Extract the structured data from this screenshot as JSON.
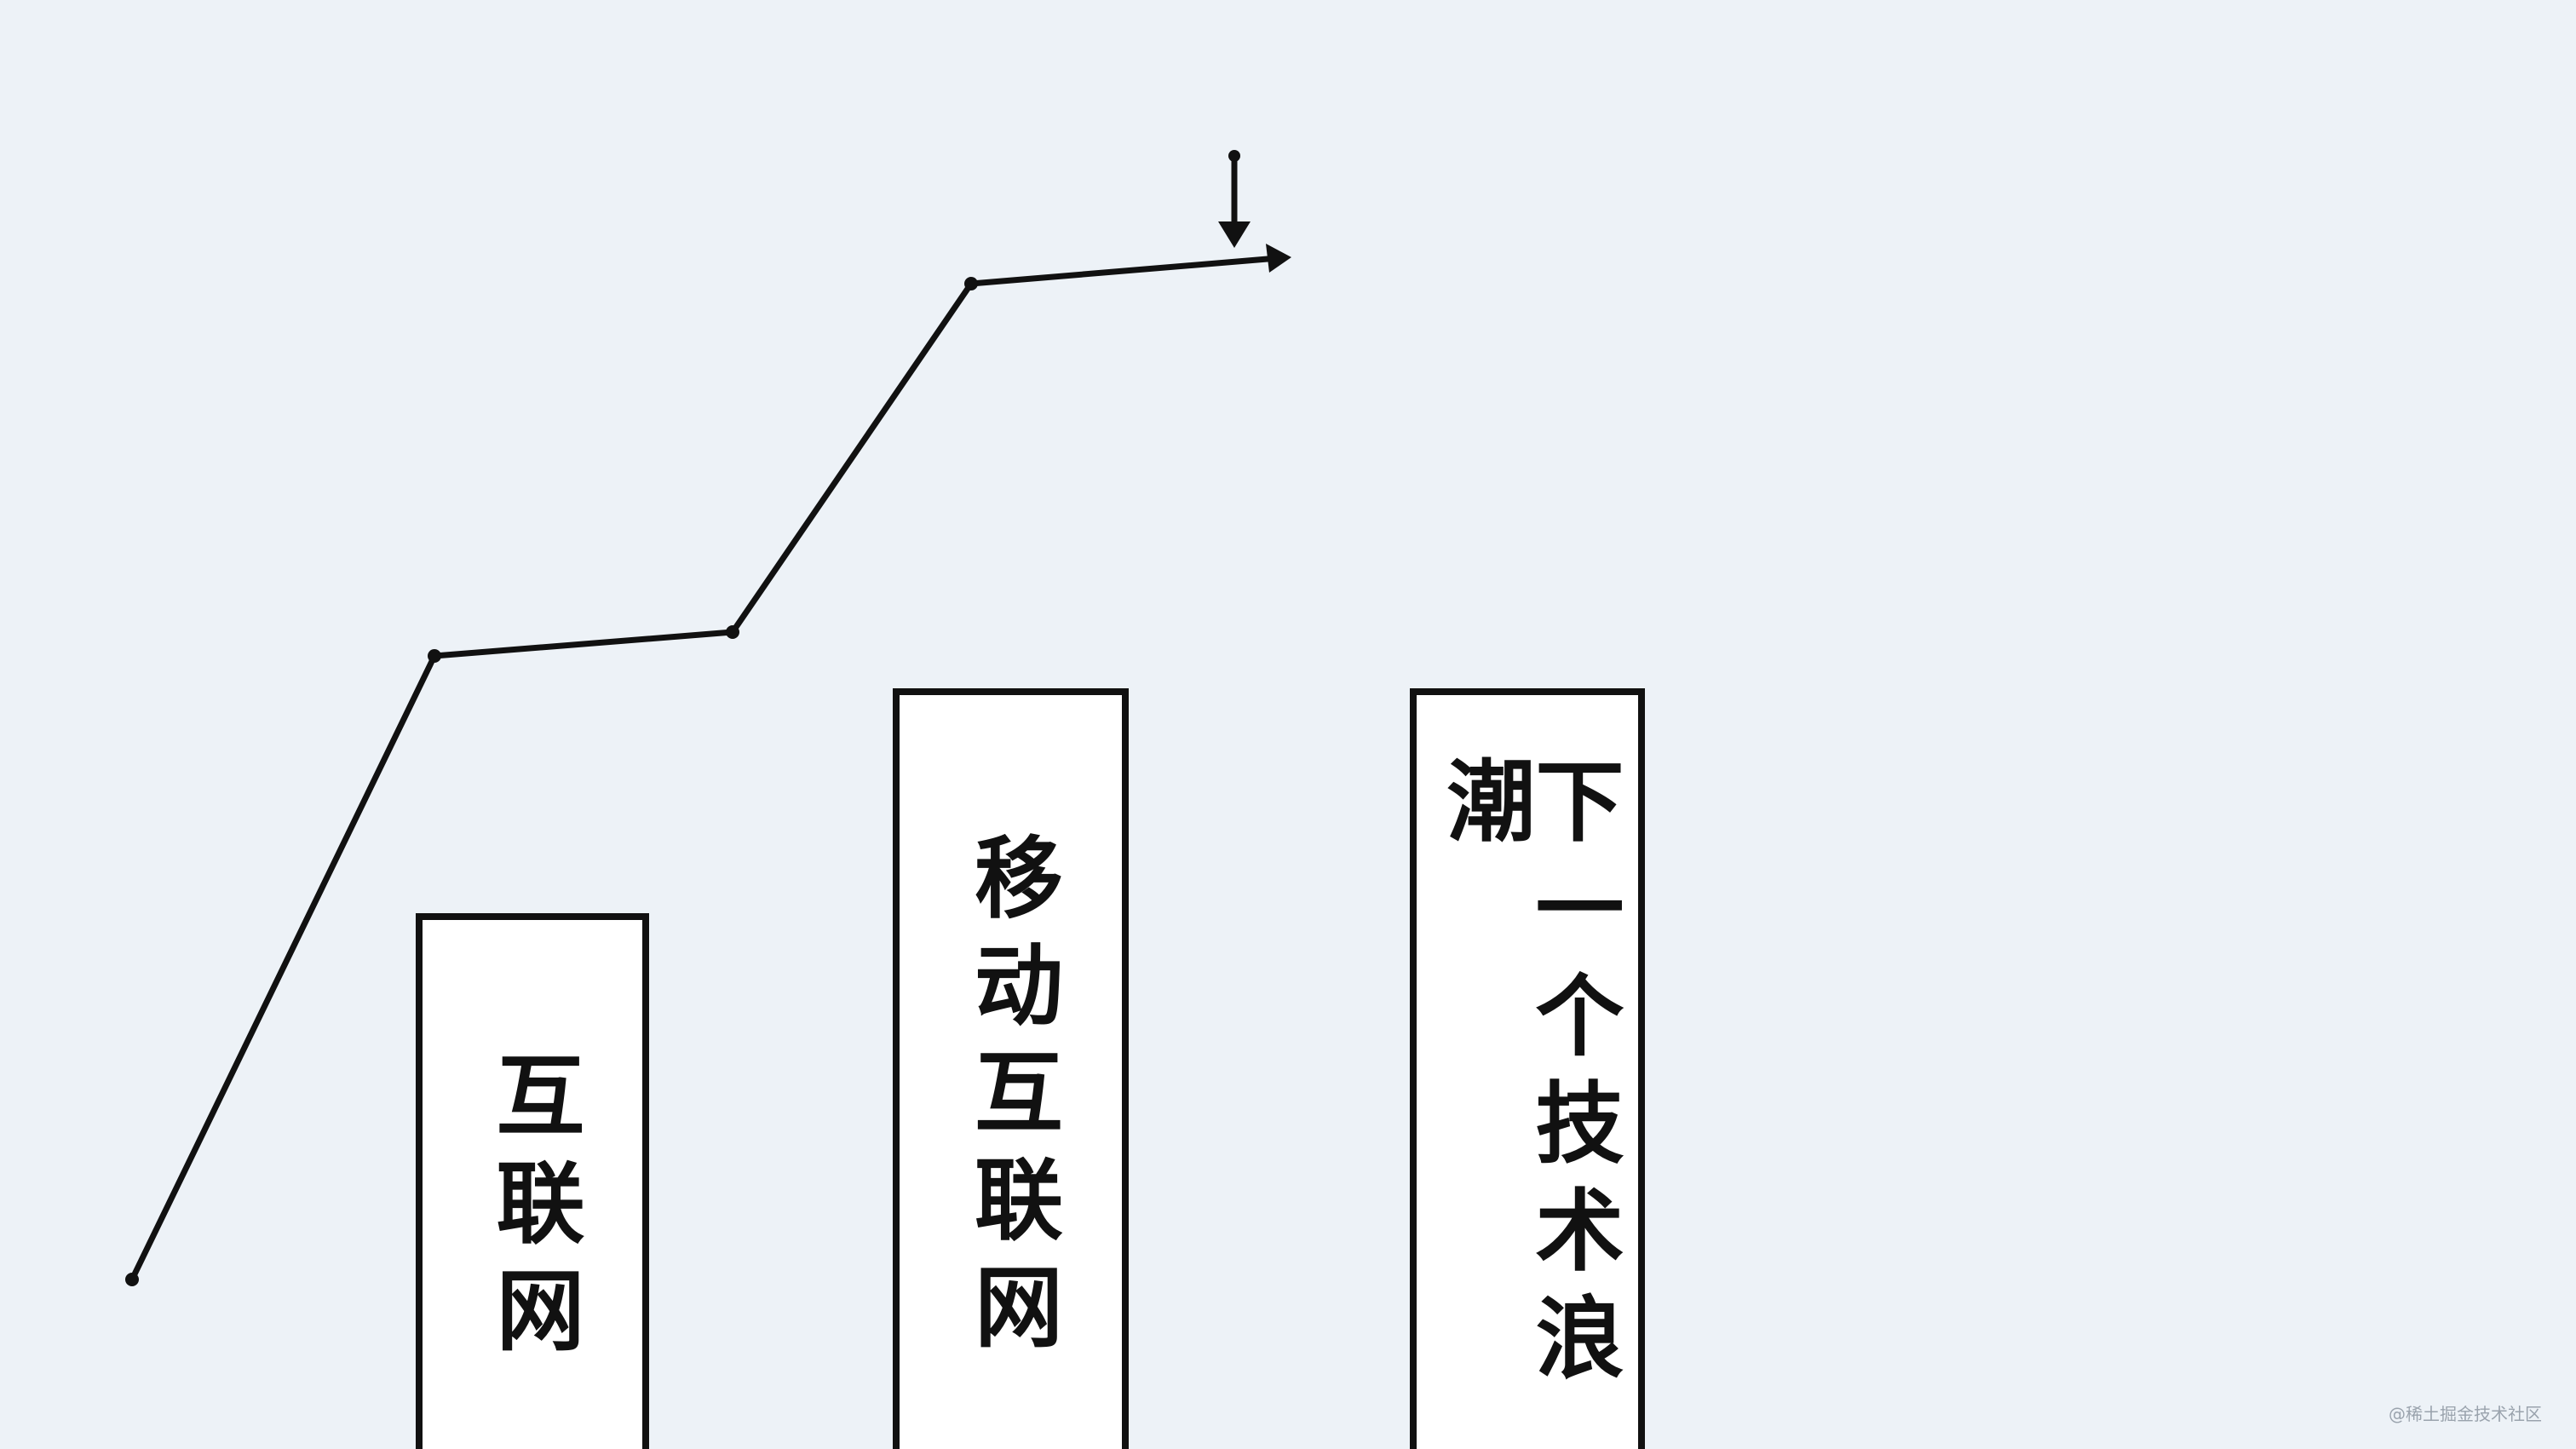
{
  "bars": {
    "internet": "互联网",
    "mobile": "移动互联网",
    "next": "下一个技术浪潮"
  },
  "watermark": "@稀土掘金技术社区"
}
